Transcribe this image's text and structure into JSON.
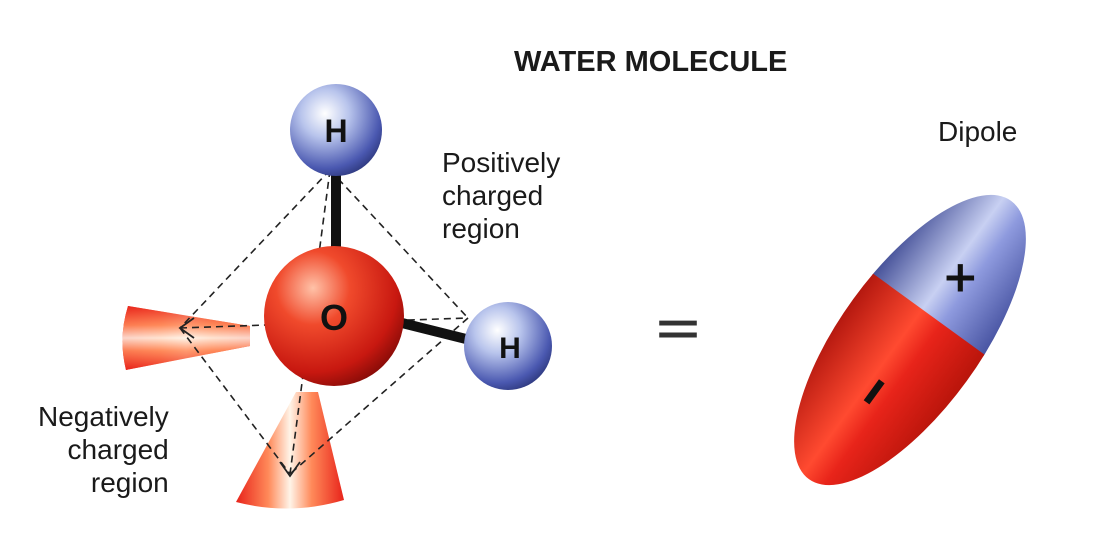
{
  "title": "WATER MOLECULE",
  "dipole_label": "Dipole",
  "positive_region": [
    "Positively",
    "charged",
    "region"
  ],
  "negative_region": [
    "Negatively",
    "charged",
    "region"
  ],
  "atoms": {
    "hydrogen_top": "H",
    "oxygen": "O",
    "hydrogen_right": "H"
  },
  "equals_sign": "=",
  "dipole_signs": {
    "positive": "+",
    "negative": "–"
  },
  "colors": {
    "oxygen": "#e8231a",
    "hydrogen": "#4a5ab0",
    "dipole_positive": "#4a58b8",
    "dipole_negative": "#e41e16",
    "bond": "#111111"
  }
}
